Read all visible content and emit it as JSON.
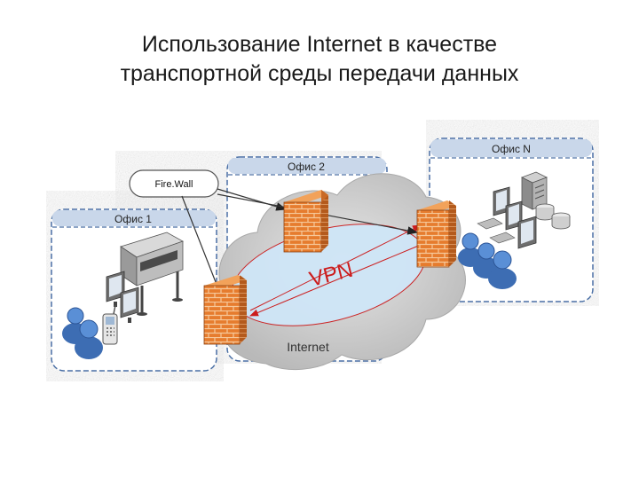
{
  "title": {
    "line1": "Использование Internet в качестве",
    "line2": "транспортной среды передачи данных"
  },
  "diagram": {
    "offices": {
      "office1": "Офис 1",
      "office2": "Офис 2",
      "officeN": "Офис N"
    },
    "firewall_callout": "Fire.Wall",
    "vpn_label": "VPN",
    "internet_label": "Internet",
    "colors": {
      "office_border": "#4a6fa5",
      "office_header": "#c9d7ea",
      "firewall_brick": "#e2772a",
      "vpn_line": "#cc1c1c",
      "vpn_ellipse": "#cfe6f7",
      "cloud": "#c8c8c8"
    }
  }
}
